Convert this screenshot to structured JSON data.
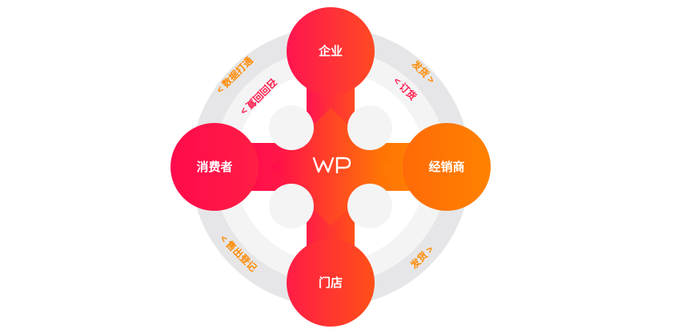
{
  "nodes": {
    "top": "企业",
    "left": "消费者",
    "right": "经销商",
    "bottom": "门店"
  },
  "logo_text": "WP",
  "flows": {
    "top_right_outer": "发货 >",
    "top_right_inner": "< 订货",
    "top_left_outer": "< 数据打通",
    "top_left_inner": "召回回复 >",
    "bottom_left": "< 售出登记",
    "bottom_right": "发货 >"
  },
  "colors": {
    "red": "#ff1a4a",
    "orange": "#ff7a00",
    "ring_outer": "#e8e8ea",
    "ring_inner": "#f3f3f4",
    "flow_orange": "#ff8a00",
    "flow_red": "#ff1a4a"
  }
}
